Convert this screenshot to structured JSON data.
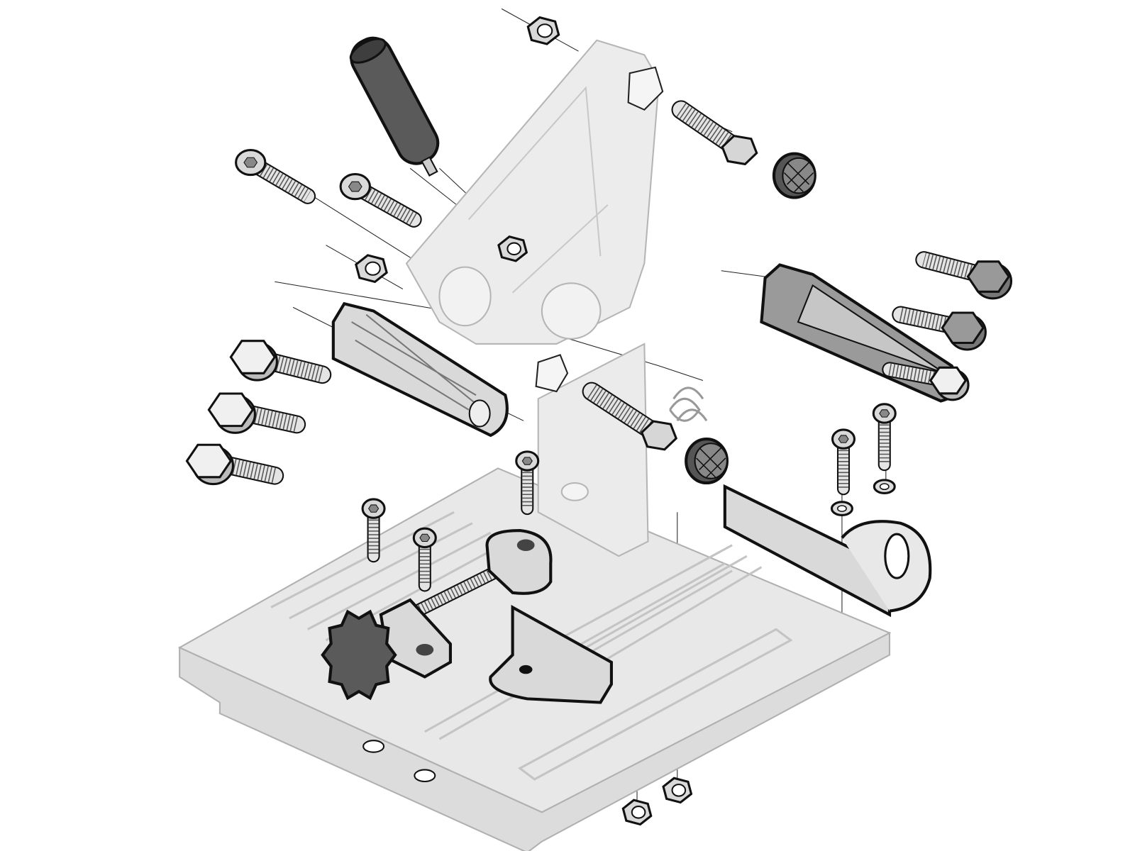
{
  "diagram": {
    "type": "exploded-assembly-illustration",
    "colors": {
      "background": "#ffffff",
      "ghost_part_fill": "#e8e8e8",
      "ghost_part_stroke": "#b0b0b0",
      "highlight_part_fill": "#d9d9d9",
      "dark_part_fill": "#5a5a5a",
      "outline": "#111111",
      "leader_line": "#222222"
    },
    "parts": [
      "base-plate",
      "column",
      "pivot-arm",
      "handle",
      "clamp-sleeve-left",
      "clamp-sleeve-right",
      "spindle-bolt-upper",
      "spindle-bolt-lower",
      "vise-screw",
      "vise-knob",
      "vise-jaw",
      "angle-fence",
      "socket-cap-screws",
      "hex-bolts",
      "hex-nuts",
      "washers",
      "return-spring"
    ]
  }
}
